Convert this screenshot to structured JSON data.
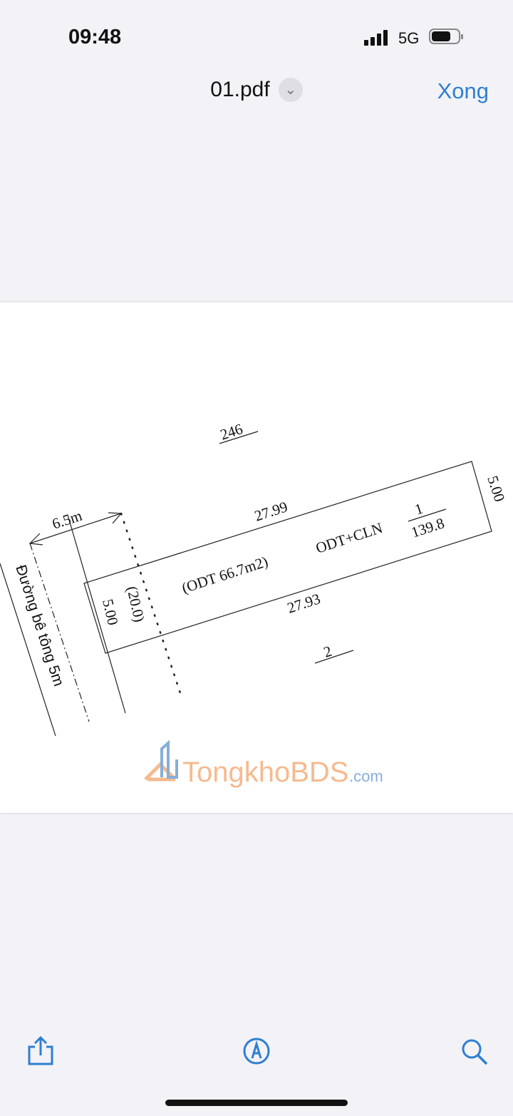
{
  "status_bar": {
    "time": "09:48",
    "network": "5G",
    "battery_level": 0.65
  },
  "nav": {
    "title": "01.pdf",
    "done_label": "Xong",
    "accent": "#2f7fd0"
  },
  "document": {
    "neighbor_top": "246",
    "neighbor_bottom": "2",
    "top_length": "27.99",
    "bottom_length": "27.93",
    "right_width": "5.00",
    "left_width": "5.00",
    "setback": "(20.0)",
    "road_width": "6.5m",
    "road_label": "Đường bê tông 5m",
    "land_use": "ODT+CLN",
    "parcel_number": "1",
    "parcel_area": "139.8",
    "residential_area": "(ODT 66.7m2)",
    "watermark": "TongkhoBDS",
    "watermark_suffix": ".com"
  },
  "toolbar": {
    "icons": [
      "share-icon",
      "markup-icon",
      "search-icon"
    ]
  }
}
